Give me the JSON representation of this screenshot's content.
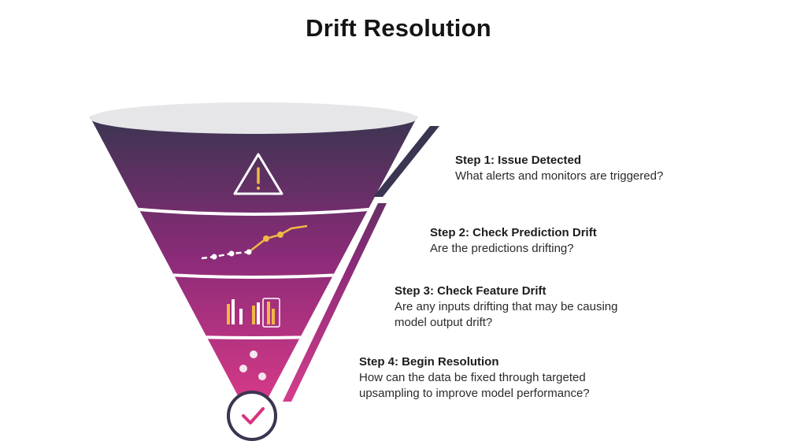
{
  "title": "Drift Resolution",
  "colors": {
    "funnel_top": "#3b3551",
    "funnel_mid": "#8a2b78",
    "funnel_bottom": "#e23c8a",
    "rim": "#e6e6e8",
    "accent_gold": "#f0b845",
    "stripe_dark": "#3b3551",
    "stripe_pink": "#cd3d8e"
  },
  "steps": [
    {
      "title": "Step 1: Issue Detected",
      "lines": [
        "What alerts and monitors are triggered?"
      ],
      "icon": "warning-triangle-icon"
    },
    {
      "title": "Step 2: Check Prediction Drift",
      "lines": [
        "Are the predictions drifting?"
      ],
      "icon": "line-chart-icon"
    },
    {
      "title": "Step 3: Check Feature Drift",
      "lines": [
        "Are any inputs drifting that may be causing",
        "model output drift?"
      ],
      "icon": "bar-chart-icon"
    },
    {
      "title": "Step 4: Begin Resolution",
      "lines": [
        "How can the data be fixed through targeted",
        "upsampling to improve model performance?"
      ],
      "icon": "dots-icon"
    }
  ],
  "result_icon": "checkmark-circle-icon"
}
